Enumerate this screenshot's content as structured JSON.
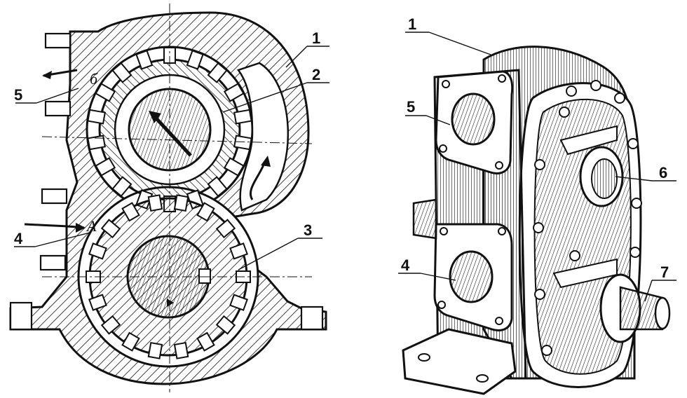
{
  "left_view": {
    "callouts": [
      {
        "id": "1",
        "text": "1"
      },
      {
        "id": "2",
        "text": "2"
      },
      {
        "id": "3",
        "text": "3"
      },
      {
        "id": "4",
        "text": "4"
      },
      {
        "id": "5",
        "text": "5"
      }
    ],
    "cavity_marks": {
      "discharge": "б",
      "suction": "А"
    }
  },
  "right_view": {
    "callouts": [
      {
        "id": "1",
        "text": "1"
      },
      {
        "id": "5",
        "text": "5"
      },
      {
        "id": "6",
        "text": "6"
      },
      {
        "id": "4",
        "text": "4"
      },
      {
        "id": "7",
        "text": "7"
      }
    ]
  },
  "colors": {
    "ink": "#111111",
    "paper": "#ffffff"
  }
}
